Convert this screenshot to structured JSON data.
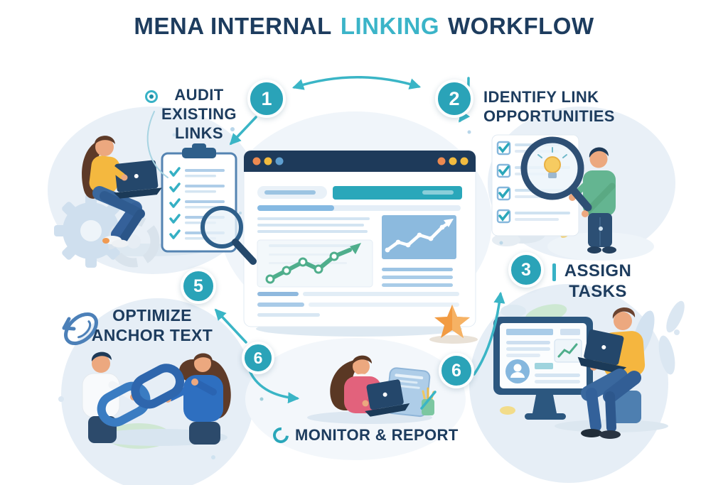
{
  "title": {
    "prefix": "MENA INTERNAL",
    "highlight": "LINKING",
    "suffix": "WORKFLOW"
  },
  "steps": [
    {
      "badge": "1",
      "label": "AUDIT EXISTING LINKS",
      "icon": "target-icon"
    },
    {
      "badge": "2",
      "label": "IDENTIFY LINK OPPORTUNITIES",
      "icon": "down-arrow-icon"
    },
    {
      "badge": "3",
      "label": "ASSIGN TASKS",
      "icon": "tick-bar-icon"
    },
    {
      "badge": "5",
      "label": "OPTIMIZE ANCHOR TEXT",
      "icon": "loop-arrow-icon"
    },
    {
      "badge": "6",
      "label": "MONITOR & REPORT",
      "icon": "ring-icon"
    }
  ],
  "colors": {
    "navy_text": "#1d3c5e",
    "teal_highlight": "#3bb4c8",
    "badge_teal": "#2aa3b8",
    "arrow_teal": "#3ab5c6",
    "light_blue": "#a9cce8",
    "blob_blue": "#e8eff6",
    "chart_green": "#4fae8c",
    "star_orange": "#f29b42"
  },
  "illustrations": [
    "woman-laptop-on-gear",
    "clipboard-checklist",
    "magnifier",
    "browser-window-with-charts",
    "man-with-magnifier-and-checklist",
    "task-dashboard-monitor-with-man",
    "woman-laptop-monitor-report",
    "two-people-holding-chain-links",
    "orange-star"
  ]
}
